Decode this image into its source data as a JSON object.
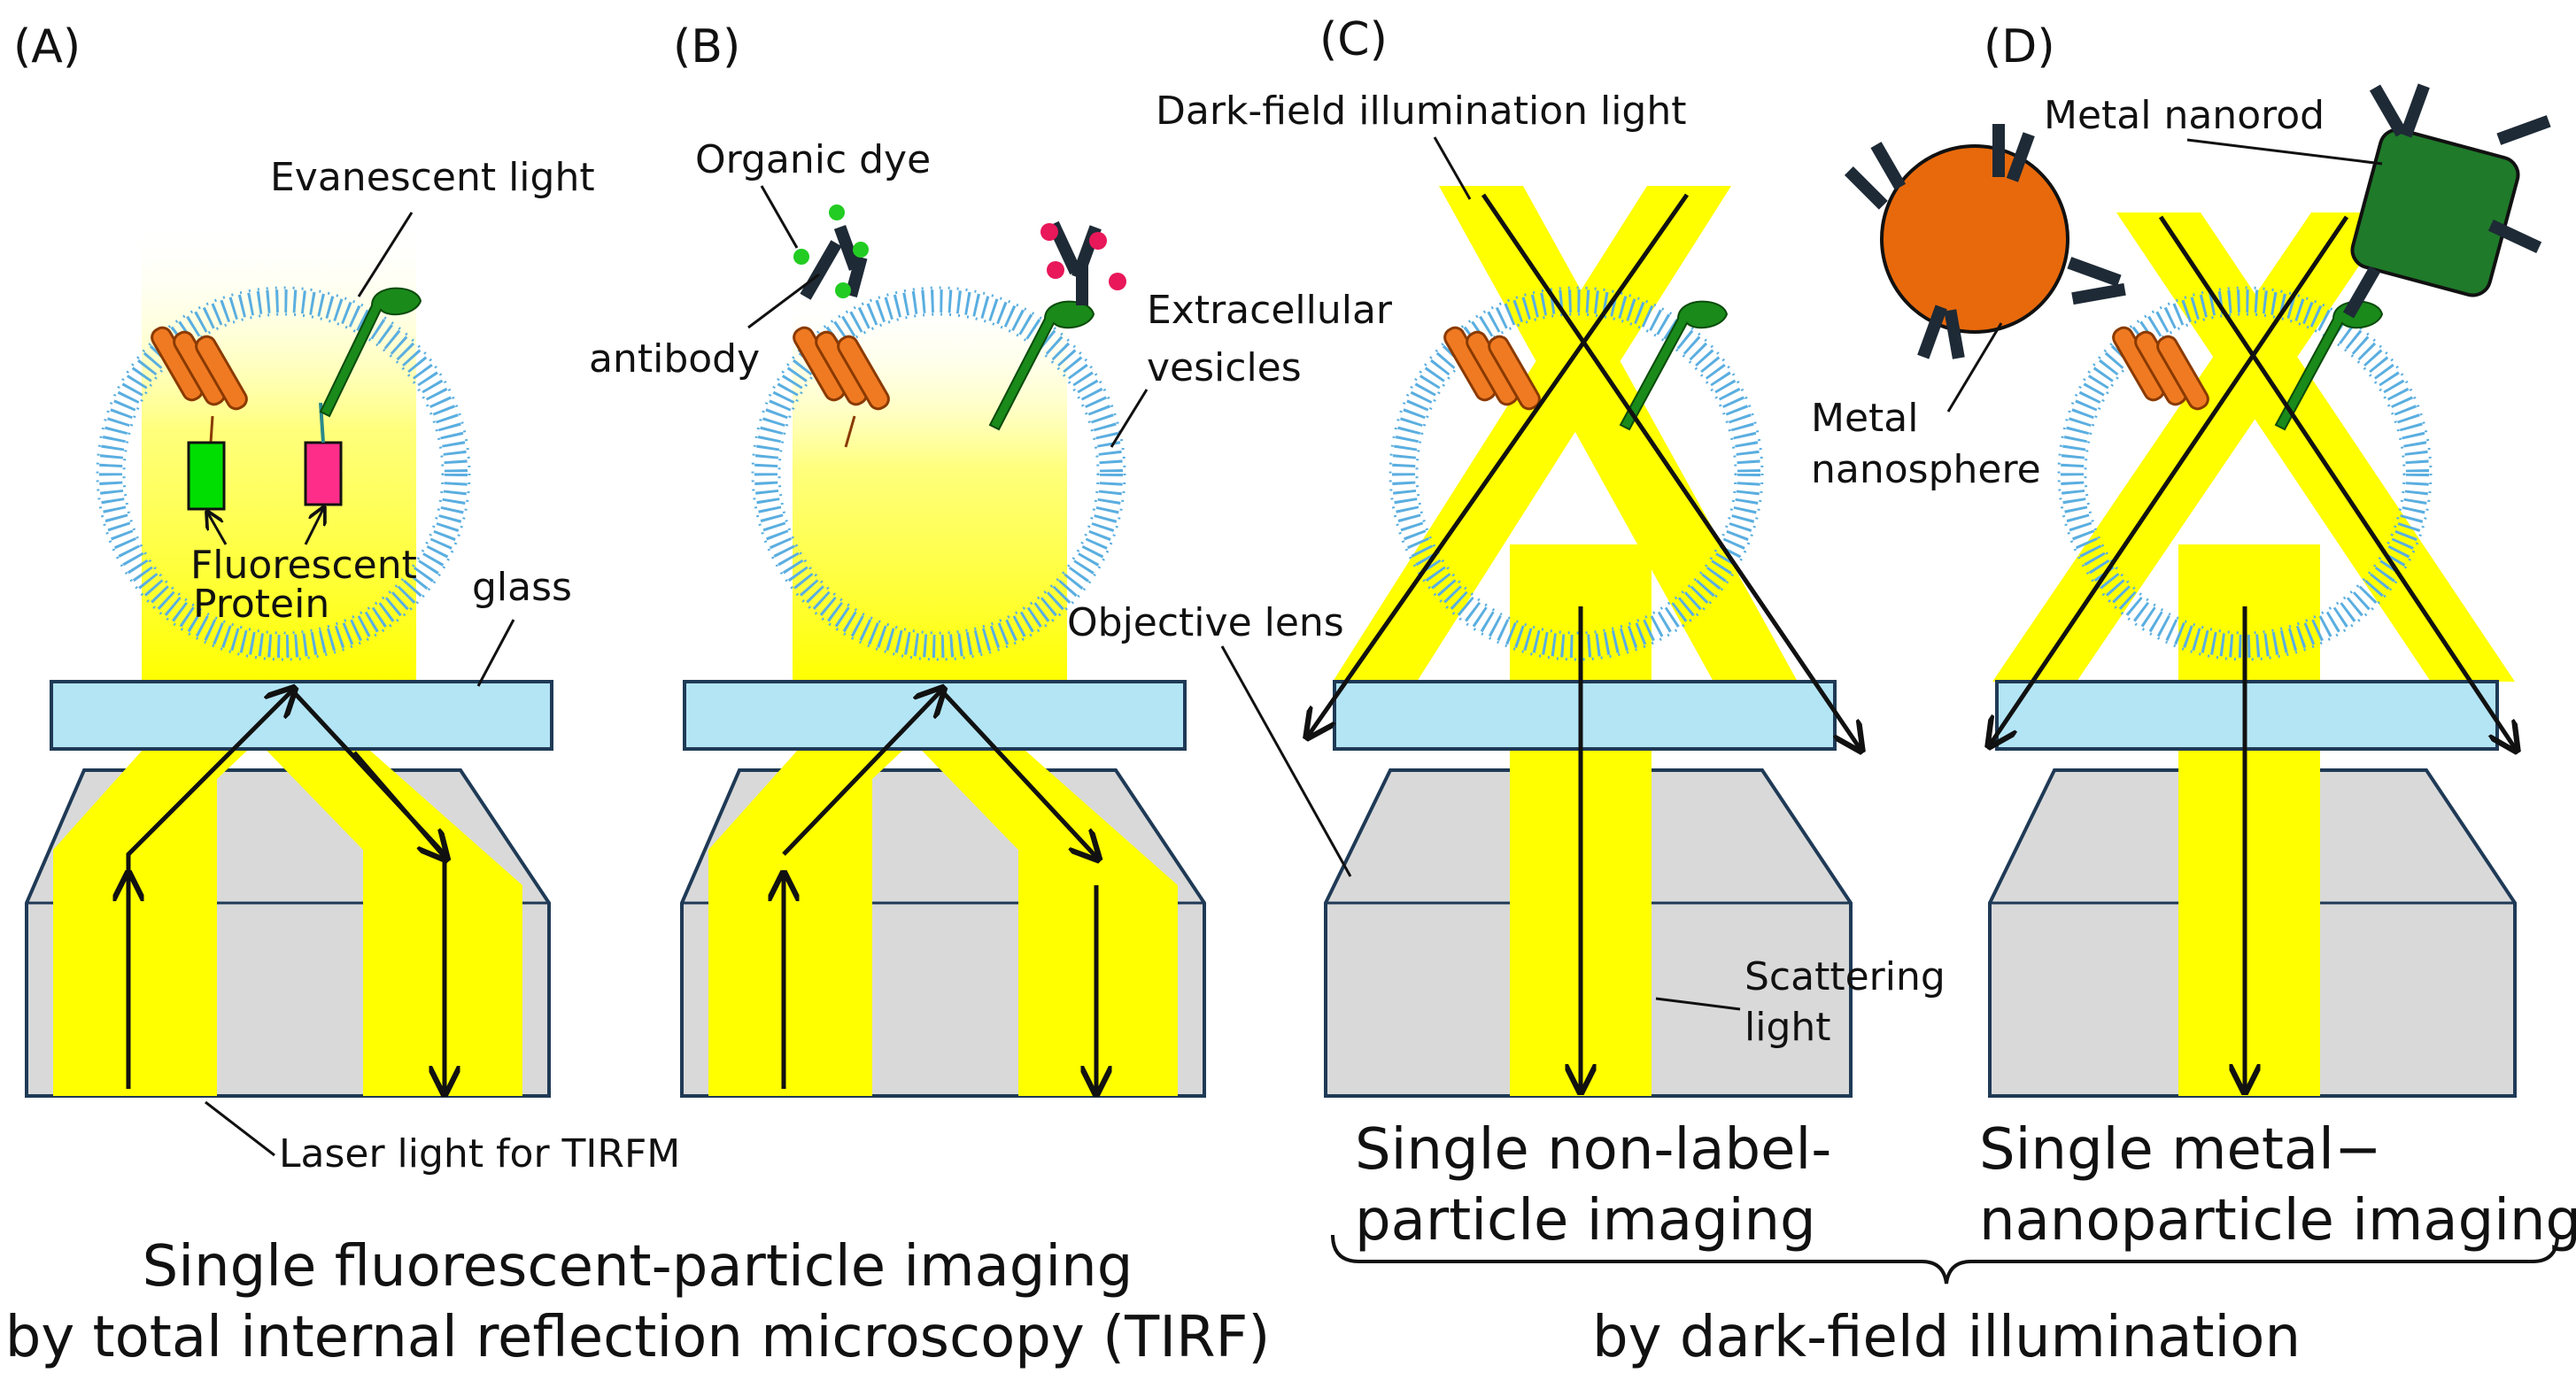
{
  "panels": {
    "a": "(A)",
    "b": "(B)",
    "c": "(C)",
    "d": "(D)"
  },
  "labels": {
    "evanescent_light": "Evanescent light",
    "fluorescent": "Fluorescent",
    "protein": "Protein",
    "glass": "glass",
    "laser_light": "Laser light for TIRFM",
    "organic_dye": "Organic dye",
    "antibody": "antibody",
    "extracellular": "Extracellular",
    "vesicles": "vesicles",
    "objective_lens": "Objective lens",
    "dark_field_light": "Dark-field illumination light",
    "scattering": "Scattering",
    "scattering_light": "light",
    "metal_nanorod": "Metal nanorod",
    "metal": "Metal",
    "nanosphere": "nanosphere"
  },
  "captions": {
    "tirf_line1": "Single fluorescent-particle imaging",
    "tirf_line2": "by total internal reflection microscopy (TIRF)",
    "nonlabel_line1": "Single non-label-",
    "nonlabel_line2": "particle imaging",
    "metal_line1": "Single metal−",
    "metal_line2": "nanoparticle imaging",
    "darkfield": "by dark-field illumination"
  },
  "colors": {
    "light": "#ffff00",
    "glass": "#b3e5f5",
    "lens": "#d9d9d9",
    "lipid": "#5aaee0",
    "green_protein": "#00dd00",
    "pink_protein": "#ff2d8a",
    "helix": "#f07a22",
    "stalk": "#1a8a1a",
    "sphere": "#e8690b",
    "rod": "#1f7a2a",
    "dye_green": "#22cc22",
    "dye_pink": "#e8185a"
  }
}
